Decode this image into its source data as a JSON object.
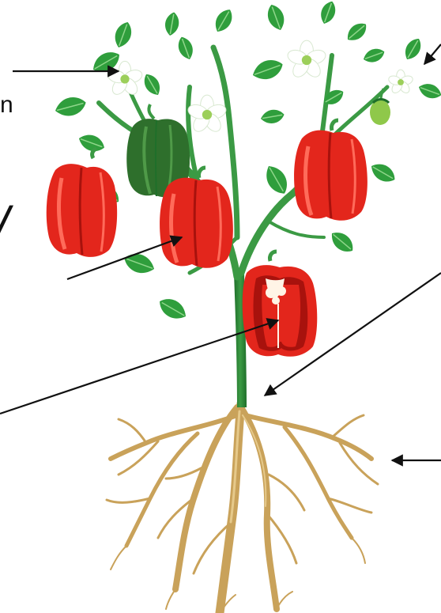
{
  "diagram": {
    "subject": "pepper-plant",
    "cropped_edge_text": {
      "left_top": "n",
      "left_middle": "/"
    },
    "colors": {
      "background": "#ffffff",
      "leaf": "#2f9e3c",
      "leaf_dark": "#1f6f2a",
      "leaf_vein": "#8fd68a",
      "stem": "#3b9a44",
      "ripe_pepper": "#e3261c",
      "ripe_pepper_highlight": "#ff6b5a",
      "ripe_pepper_shadow": "#a8120d",
      "unripe_pepper": "#2e6f2c",
      "unripe_pepper_highlight": "#4f9a48",
      "bud": "#8fc84a",
      "flower_petal": "#ffffff",
      "flower_center": "#9ccf5a",
      "seed_core": "#fff4e6",
      "root": "#c9a25a",
      "root_light": "#e6c98a",
      "arrow": "#111111"
    },
    "arrows": [
      {
        "target": "flower",
        "from_side": "left"
      },
      {
        "target": "flower-bud",
        "from_side": "top-right"
      },
      {
        "target": "fruit",
        "from_side": "left"
      },
      {
        "target": "fruit-cross-section",
        "from_side": "left"
      },
      {
        "target": "stem",
        "from_side": "right"
      },
      {
        "target": "roots",
        "from_side": "right"
      }
    ]
  }
}
